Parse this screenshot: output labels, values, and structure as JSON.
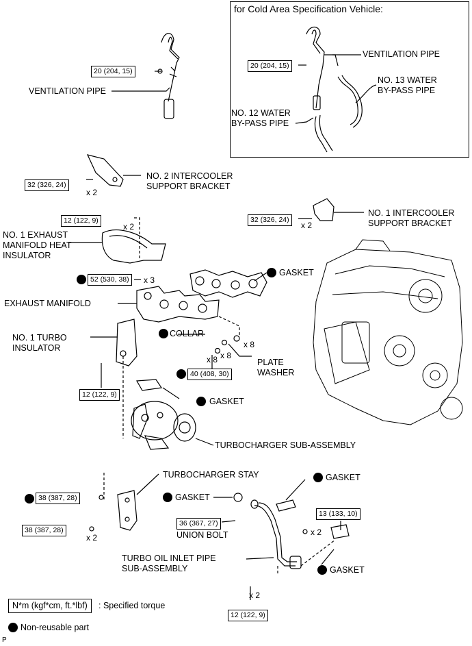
{
  "inset": {
    "title": "for Cold Area Specification Vehicle:",
    "ventilation_pipe": "VENTILATION PIPE",
    "no13_water_bypass_pipe": "NO. 13 WATER\nBY-PASS PIPE",
    "no12_water_bypass_pipe": "NO. 12 WATER\nBY-PASS PIPE",
    "torque": "20 (204, 15)"
  },
  "labels": {
    "ventilation_pipe": "VENTILATION PIPE",
    "no2_intercooler_support_bracket": "NO. 2 INTERCOOLER\nSUPPORT BRACKET",
    "no1_intercooler_support_bracket": "NO. 1 INTERCOOLER\nSUPPORT BRACKET",
    "no1_exhaust_manifold_heat_insulator": "NO. 1 EXHAUST\nMANIFOLD HEAT\nINSULATOR",
    "gasket_manifold": "GASKET",
    "exhaust_manifold": "EXHAUST MANIFOLD",
    "collar": "COLLAR",
    "no1_turbo_insulator": "NO. 1 TURBO\nINSULATOR",
    "plate_washer": "PLATE\nWASHER",
    "gasket_turbo": "GASKET",
    "turbocharger_sub_assembly": "TURBOCHARGER SUB-ASSEMBLY",
    "turbocharger_stay": "TURBOCHARGER STAY",
    "gasket_union_1": "GASKET",
    "gasket_oil_top": "GASKET",
    "union_bolt": "UNION BOLT",
    "turbo_oil_inlet_pipe": "TURBO OIL INLET PIPE\nSUB-ASSEMBLY",
    "gasket_oil_bottom": "GASKET"
  },
  "torques": {
    "ventilation": "20 (204, 15)",
    "no2_bracket": "32 (326, 24)",
    "heat_insulator": "12 (122, 9)",
    "no1_bracket": "32 (326, 24)",
    "manifold_nut": "52 (530, 38)",
    "turbo_insulator": "12 (122, 9)",
    "manifold_stud": "40 (408, 30)",
    "stay_top": "38 (387, 28)",
    "stay_bottom": "38 (387, 28)",
    "union_bolt": "36 (367, 27)",
    "oil_pipe_top": "13 (133, 10)",
    "oil_pipe_bottom": "12 (122, 9)"
  },
  "quantities": {
    "no2_bracket": "x 2",
    "heat_insulator": "x 2",
    "no1_bracket": "x 2",
    "manifold_nut": "x 3",
    "collar": "x 8",
    "plate_washer": "x 8",
    "stud": "x 8",
    "stay": "x 2",
    "oil_pipe_top": "x 2",
    "oil_pipe_bottom": "x 2"
  },
  "legend": {
    "torque_unit": "N*m (kgf*cm, ft.*lbf)",
    "torque_desc": ": Specified torque",
    "non_reusable": "Non-reusable part"
  },
  "figure_code": "P"
}
